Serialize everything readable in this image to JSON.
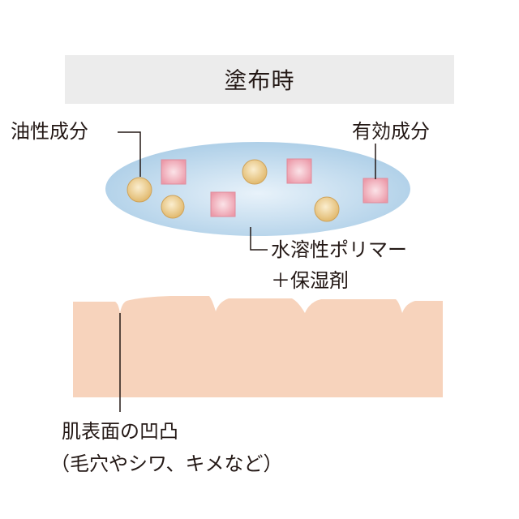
{
  "title": "塗布時",
  "labels": {
    "oil": "油性成分",
    "active": "有効成分",
    "polymer_line1": "水溶性ポリマー",
    "polymer_line2": "＋保湿剤",
    "skin_line1": "肌表面の凹凸",
    "skin_line2": "（毛穴やシワ、キメなど）"
  },
  "colors": {
    "title_bg": "#ececec",
    "film": "#a9cce6",
    "oil_particle": "#e9c98a",
    "active_particle": "#f0a7b4",
    "skin": "#f7d3bc",
    "text": "#231815"
  }
}
